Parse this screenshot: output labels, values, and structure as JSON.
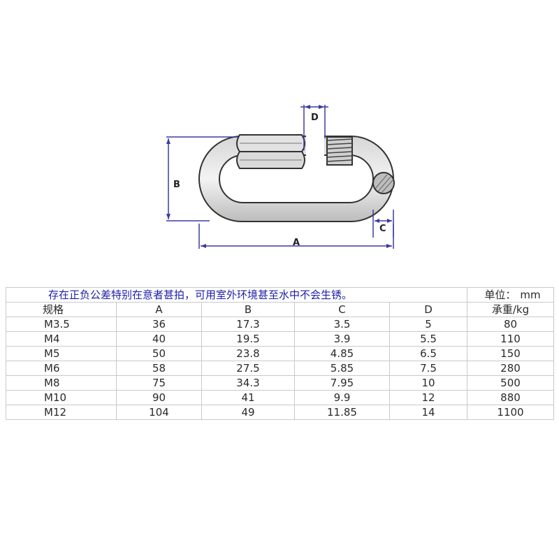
{
  "diagram": {
    "labels": {
      "a": "A",
      "b": "B",
      "c": "C",
      "d": "D"
    }
  },
  "table": {
    "note": "存在正负公差特别在意者甚拍，可用室外环境甚至水中不会生锈。",
    "unit_label": "单位：",
    "unit_value": "mm",
    "headers": [
      "规格",
      "A",
      "B",
      "C",
      "D",
      "承重/kg"
    ],
    "rows": [
      [
        "M3.5",
        "36",
        "17.3",
        "3.5",
        "5",
        "80"
      ],
      [
        "M4",
        "40",
        "19.5",
        "3.9",
        "5.5",
        "110"
      ],
      [
        "M5",
        "50",
        "23.8",
        "4.85",
        "6.5",
        "150"
      ],
      [
        "M6",
        "58",
        "27.5",
        "5.85",
        "7.5",
        "280"
      ],
      [
        "M8",
        "75",
        "34.3",
        "7.95",
        "10",
        "500"
      ],
      [
        "M10",
        "90",
        "41",
        "9.9",
        "12",
        "880"
      ],
      [
        "M12",
        "104",
        "49",
        "11.85",
        "14",
        "1100"
      ]
    ]
  },
  "colors": {
    "dimension_line": "#3a3aa0",
    "outline": "#333333",
    "note_text": "#1e1ea8",
    "grid": "#c9c9c9"
  }
}
